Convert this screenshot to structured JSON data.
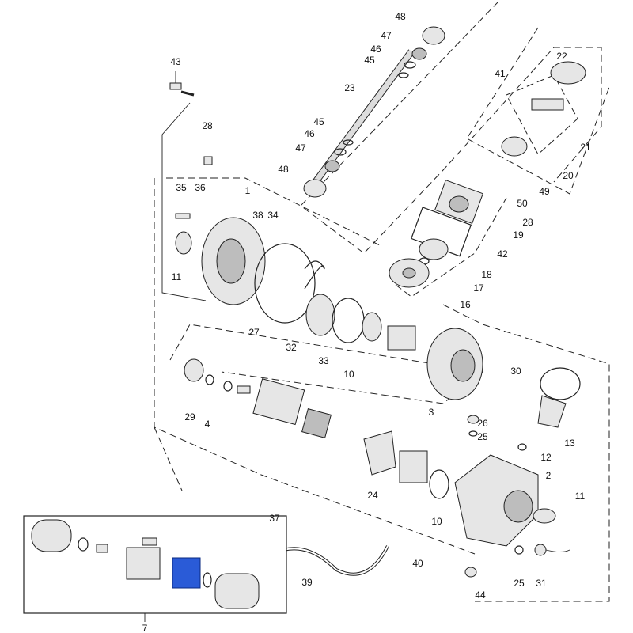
{
  "diagram": {
    "title": "Exploded parts diagram",
    "labels": [
      "48",
      "47",
      "46",
      "45",
      "43",
      "23",
      "28",
      "45",
      "46",
      "47",
      "48",
      "22",
      "41",
      "21",
      "20",
      "49",
      "50",
      "28",
      "19",
      "42",
      "18",
      "17",
      "16",
      "35",
      "36",
      "1",
      "38",
      "34",
      "11",
      "27",
      "32",
      "33",
      "10",
      "30",
      "3",
      "29",
      "4",
      "26",
      "25",
      "13",
      "12",
      "2",
      "11",
      "24",
      "10",
      "37",
      "40",
      "39",
      "25",
      "31",
      "44",
      "7"
    ],
    "highlight_color": "#2a5bd7"
  }
}
